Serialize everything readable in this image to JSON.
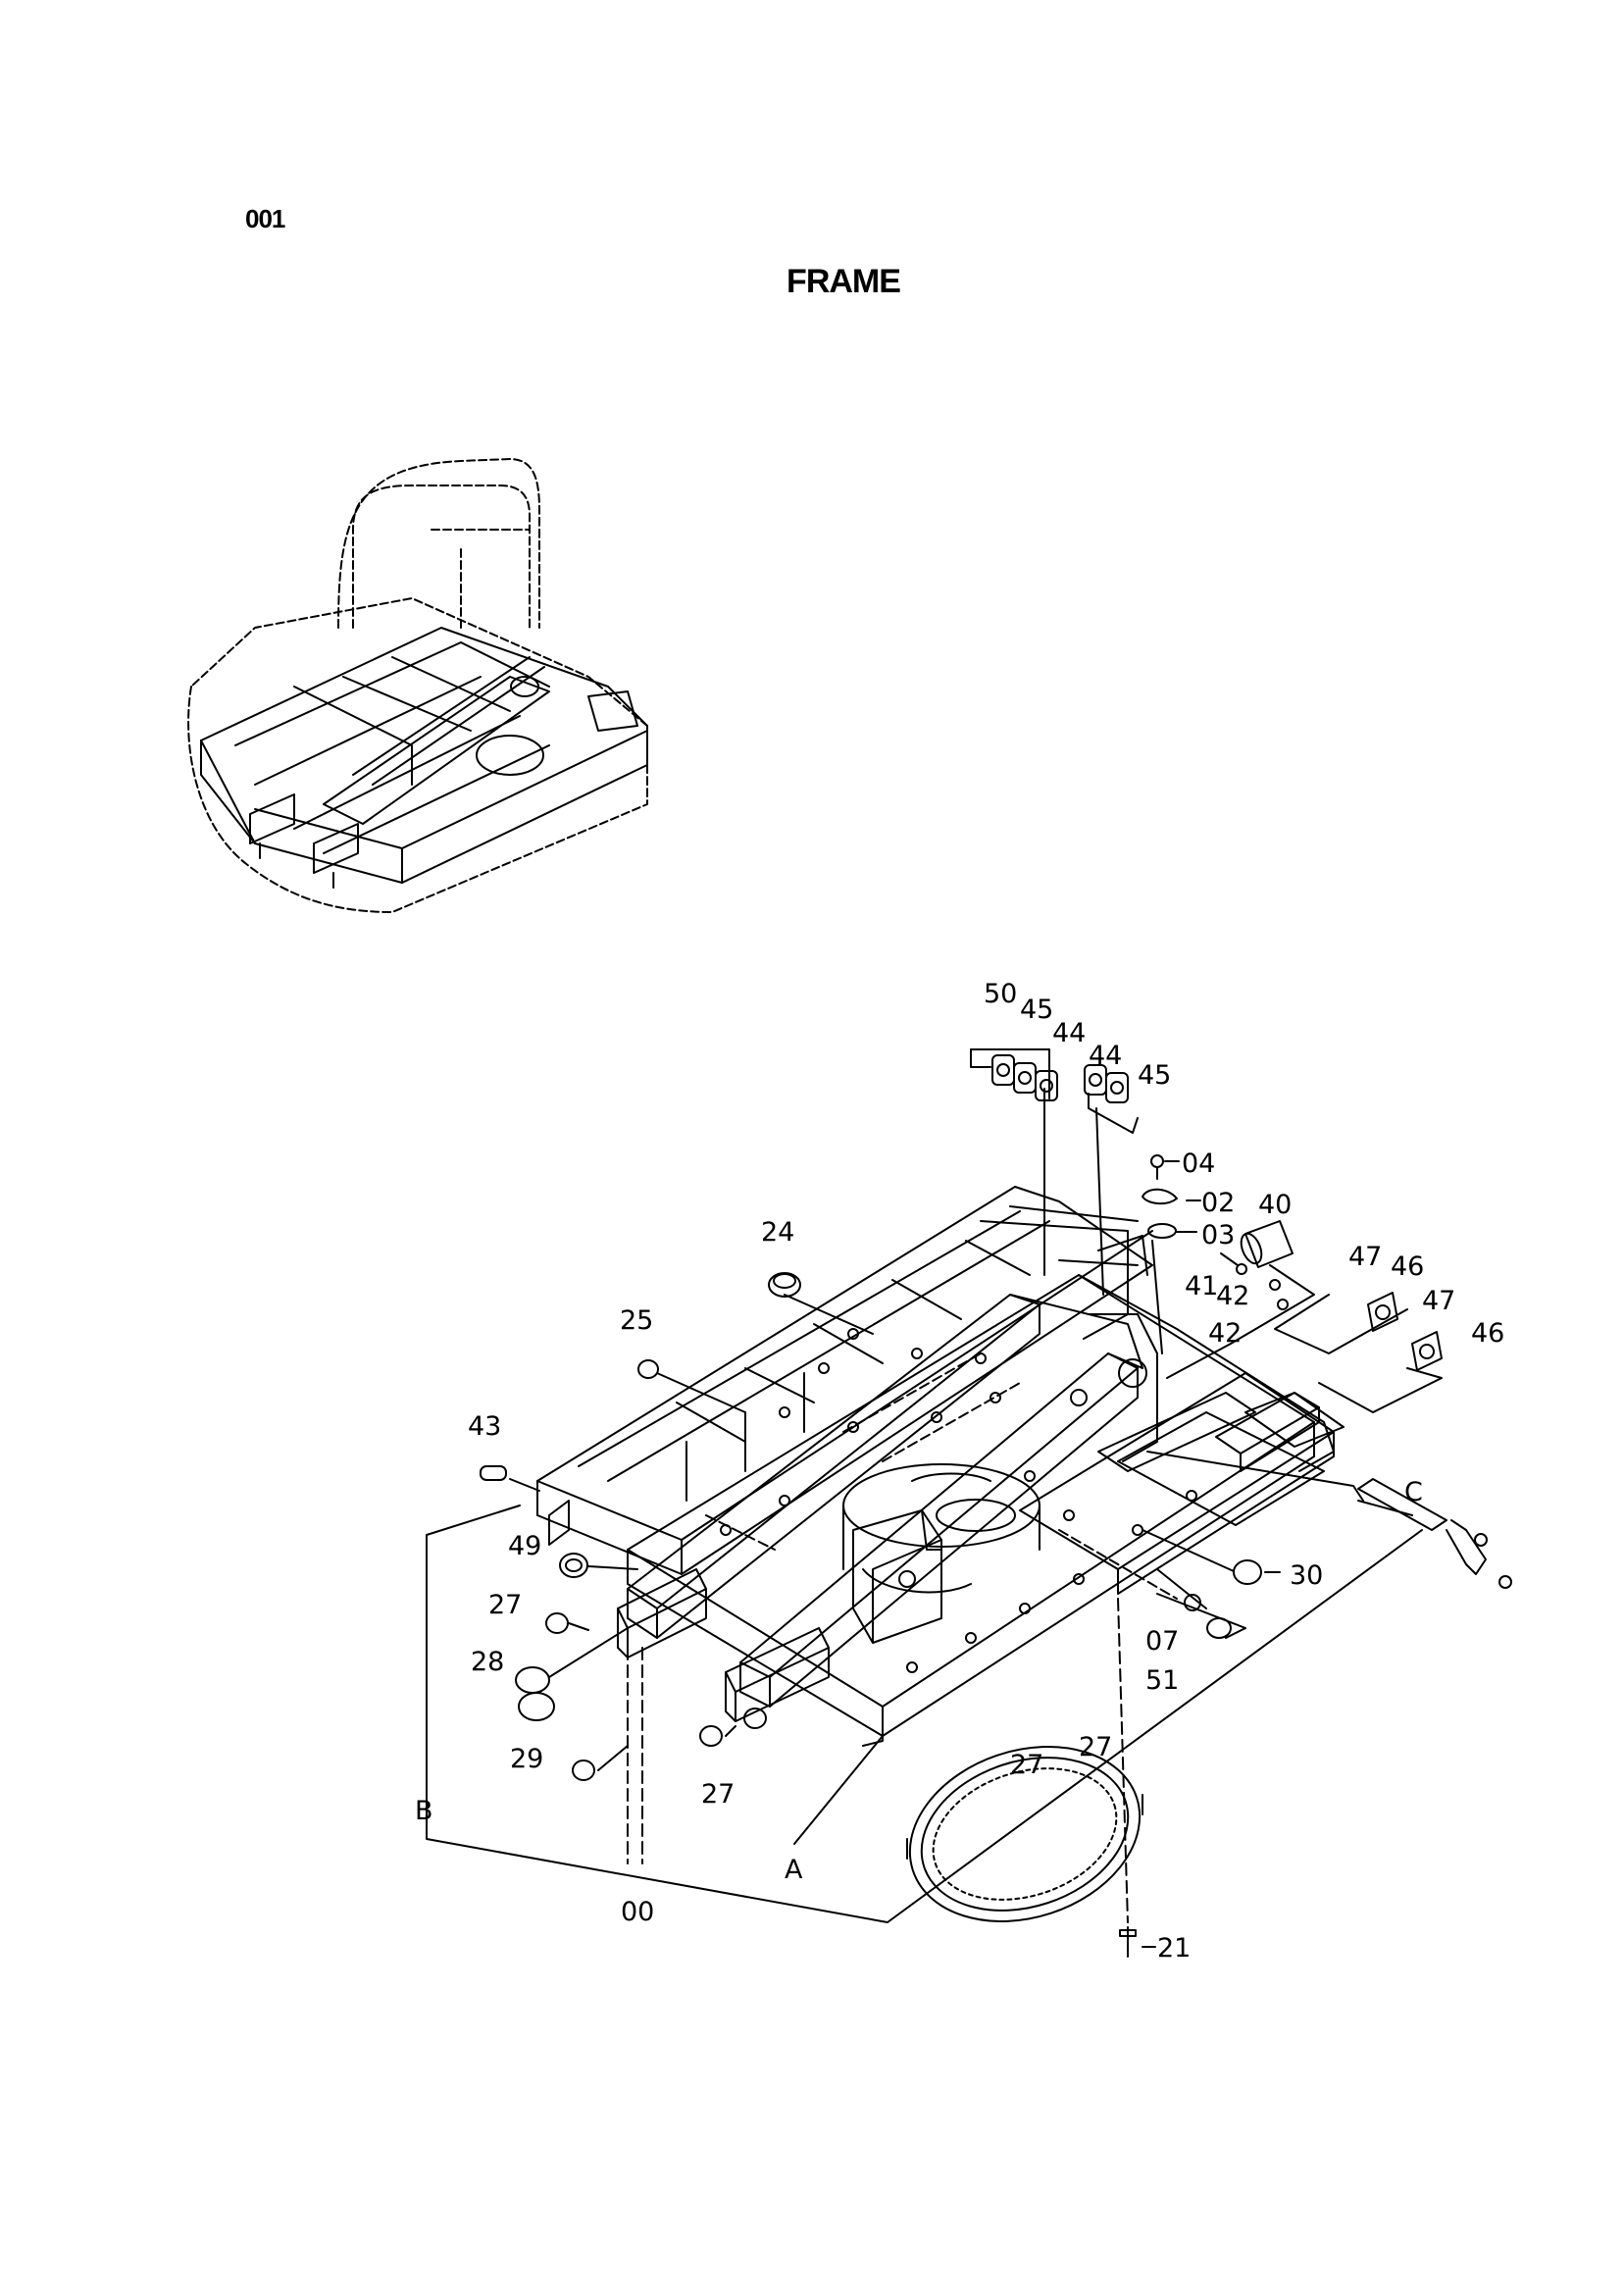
{
  "header": {
    "page_code": "001",
    "title": "FRAME"
  },
  "callouts": {
    "c50": "50",
    "c45a": "45",
    "c44a": "44",
    "c44b": "44",
    "c45b": "45",
    "c04": "04",
    "c02": "02",
    "c03": "03",
    "c40": "40",
    "c41": "41",
    "c42a": "42",
    "c42b": "42",
    "c47a": "47",
    "c46a": "46",
    "c47b": "47",
    "c46b": "46",
    "c24": "24",
    "c25": "25",
    "c43": "43",
    "c49": "49",
    "c27a": "27",
    "c28": "28",
    "c29": "29",
    "c27b": "27",
    "c27c": "27",
    "c27d": "27",
    "c07": "07",
    "c51": "51",
    "c30": "30",
    "c21": "21",
    "cB": "B",
    "cA": "A",
    "cC": "C",
    "c00": "00"
  }
}
